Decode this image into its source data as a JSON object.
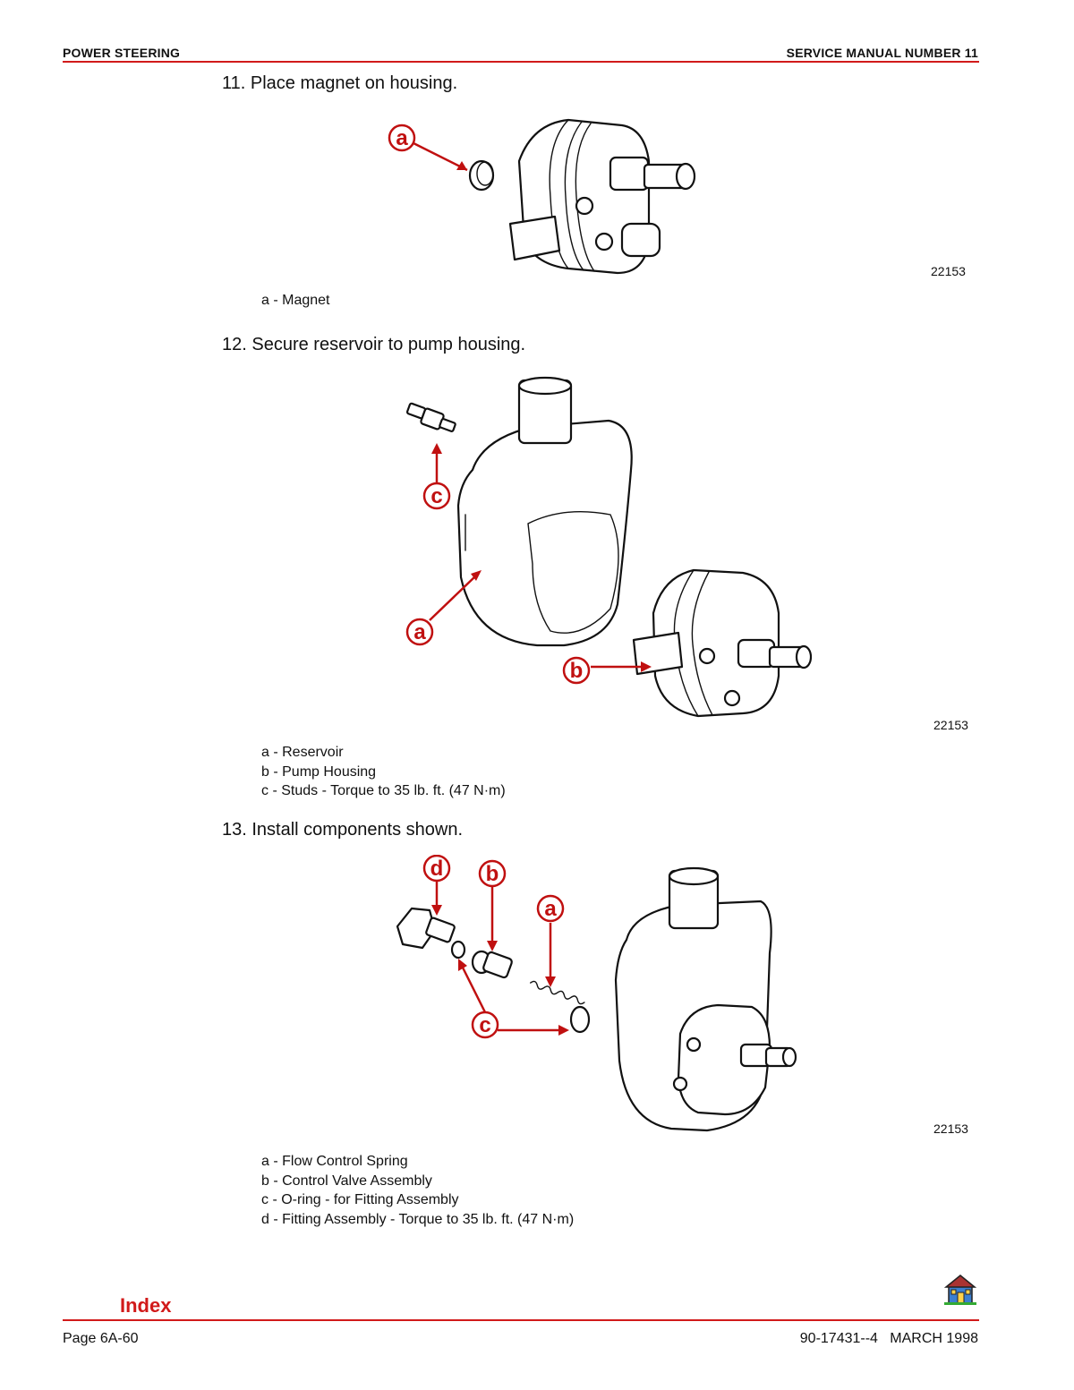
{
  "header": {
    "left": "POWER STEERING",
    "right": "SERVICE MANUAL NUMBER 11"
  },
  "steps": [
    {
      "title": "11. Place magnet on housing.",
      "figure_number": "22153",
      "callouts": [
        "a"
      ],
      "legend": [
        "a - Magnet"
      ]
    },
    {
      "title": "12. Secure reservoir to pump housing.",
      "figure_number": "22153",
      "callouts": [
        "c",
        "a",
        "b"
      ],
      "legend": [
        "a - Reservoir",
        "b - Pump Housing",
        "c - Studs - Torque to 35 lb. ft. (47 N·m)"
      ]
    },
    {
      "title": "13. Install components shown.",
      "figure_number": "22153",
      "callouts": [
        "d",
        "b",
        "a",
        "c"
      ],
      "legend": [
        "a - Flow Control Spring",
        "b - Control Valve Assembly",
        "c - O-ring - for Fitting Assembly",
        "d - Fitting Assembly - Torque to 35 lb. ft. (47 N·m)"
      ]
    }
  ],
  "footer": {
    "index_link": "Index",
    "page": "Page 6A-60",
    "doc_number": "90-17431--4   MARCH 1998",
    "home_icon": "house-icon"
  },
  "colors": {
    "accent": "#d11a1a"
  }
}
